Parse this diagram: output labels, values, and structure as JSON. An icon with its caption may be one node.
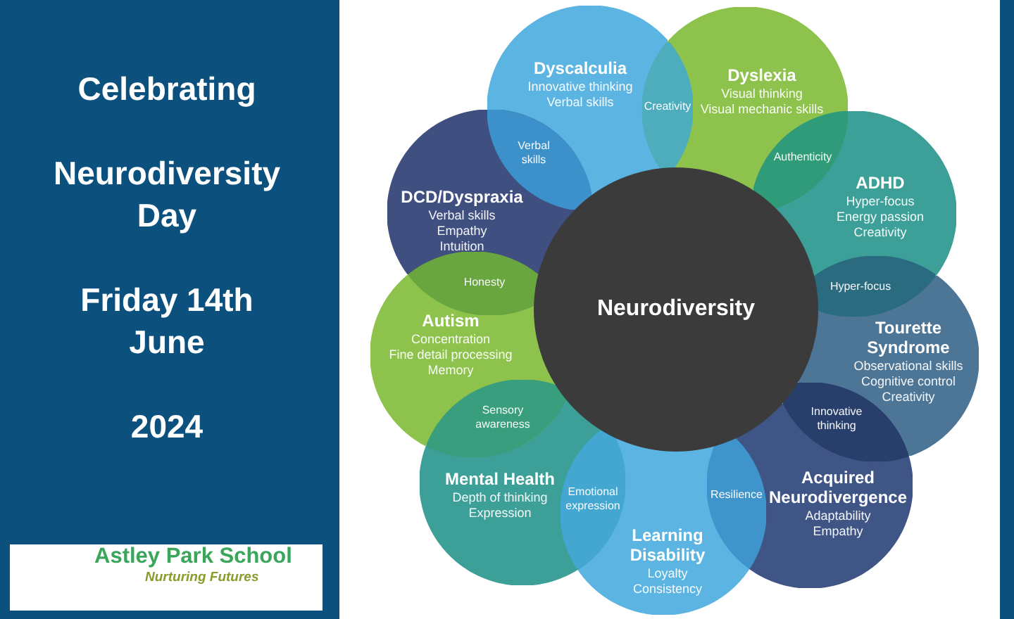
{
  "diagram": {
    "nodes": [
      {
        "text": [
          "Neurodiversity"
        ]
      },
      {
        "text": [
          "Dyscalculia",
          "Innovative thinking",
          "Verbal skills"
        ]
      },
      {
        "text": [
          "Creativity"
        ]
      },
      {
        "text": [
          "Dyslexia",
          "Visual thinking",
          "Visual mechanic skills"
        ]
      },
      {
        "text": [
          "Authenticity"
        ]
      },
      {
        "text": [
          "ADHD",
          "Hyper-focus",
          "Energy passion",
          "Creativity"
        ]
      },
      {
        "text": [
          "Hyper-focus"
        ]
      },
      {
        "text": [
          "Tourette Syndrome",
          "Observational skills",
          "Cognitive control",
          "Creativity"
        ]
      },
      {
        "text": [
          "Innovative thinking"
        ]
      },
      {
        "text": [
          "Acquired Neurodivergence",
          "Adaptability",
          "Empathy"
        ]
      },
      {
        "text": [
          "Resilience"
        ]
      },
      {
        "text": [
          "Learning Disability",
          "Loyalty",
          "Consistency"
        ]
      },
      {
        "text": [
          "Emotional expression"
        ]
      },
      {
        "text": [
          "Mental Health",
          "Depth of thinking",
          "Expression"
        ]
      },
      {
        "text": [
          "Sensory awareness"
        ]
      },
      {
        "text": [
          "Autism",
          "Concentration",
          "Fine detail processing",
          "Memory"
        ]
      },
      {
        "text": [
          "Honesty"
        ]
      },
      {
        "text": [
          "DCD/Dyspraxia",
          "Verbal skills",
          "Empathy",
          "Intuition"
        ]
      },
      {
        "text": [
          "Verbal skills"
        ]
      }
    ],
    "labels": [
      "Celebrating",
      "Neurodiversity Day",
      "Friday 14th June",
      "2024",
      "Astley Park School",
      "Nurturing Futures"
    ]
  }
}
